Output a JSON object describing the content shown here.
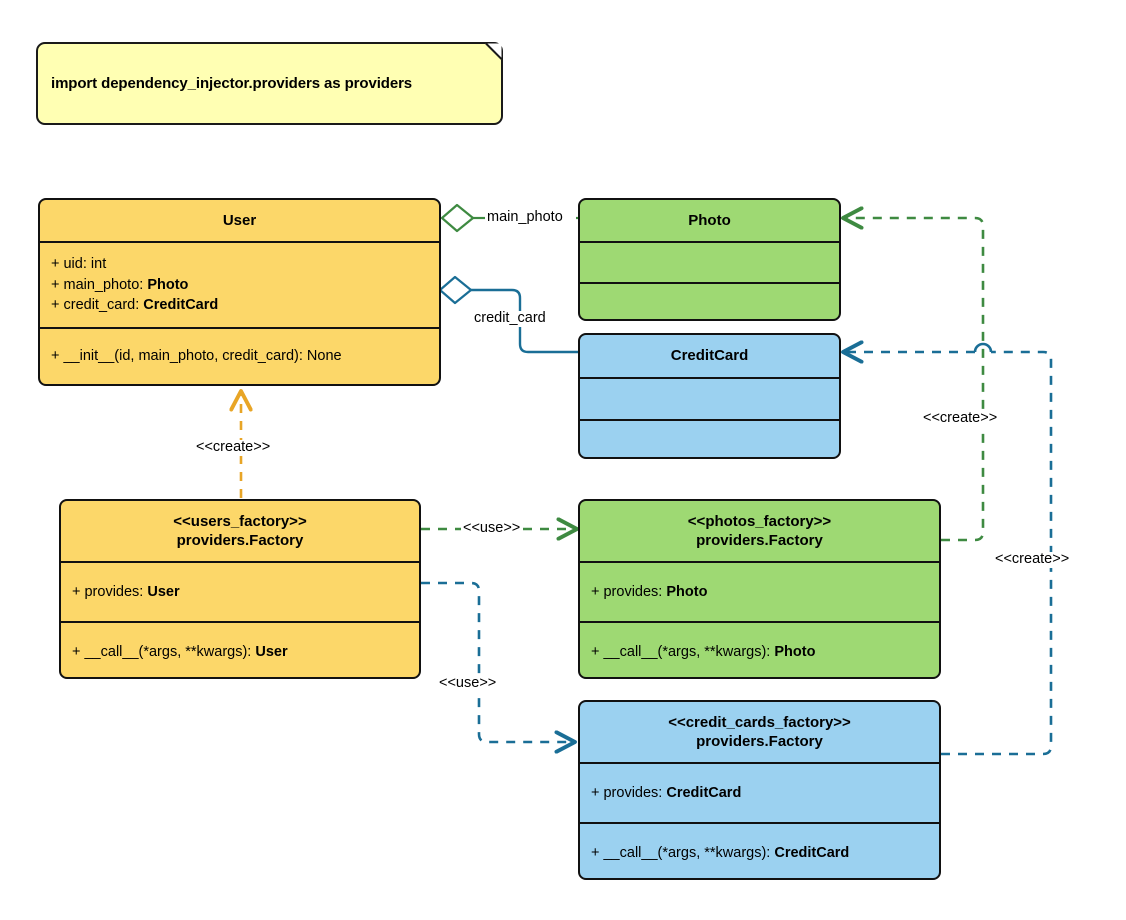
{
  "diagram": {
    "type": "uml-class-diagram",
    "title": "dependency_injector providers Factory class diagram",
    "colors": {
      "yellow_fill": "#fcd769",
      "green_fill": "#9ed973",
      "blue_fill": "#9bd1f0",
      "note_fill": "#ffffb3",
      "outline": "#111111",
      "orange_edge": "#e8a526",
      "green_edge": "#3e8a41",
      "teal_edge": "#1a6e96",
      "background": "#ffffff"
    }
  },
  "note": {
    "name": "import-note",
    "text": "import dependency_injector.providers as providers"
  },
  "classes": [
    {
      "id": "user",
      "name": "User",
      "color": "yellow",
      "title_lines": [
        "User"
      ],
      "attributes": [
        "+ uid: int",
        "+ main_photo: Photo",
        "+ credit_card: CreditCard"
      ],
      "methods": [
        "+ __init__(id, main_photo, credit_card): None"
      ]
    },
    {
      "id": "photo",
      "name": "Photo",
      "color": "green",
      "title_lines": [
        "Photo"
      ],
      "attributes": [],
      "methods": []
    },
    {
      "id": "credit-card",
      "name": "CreditCard",
      "color": "blue",
      "title_lines": [
        "CreditCard"
      ],
      "attributes": [],
      "methods": []
    },
    {
      "id": "users-factory",
      "name": "users_factory",
      "color": "yellow",
      "title_lines": [
        "<<users_factory>>",
        "providers.Factory"
      ],
      "attributes": [
        "+ provides: User"
      ],
      "methods": [
        "+ __call__(*args, **kwargs): User"
      ]
    },
    {
      "id": "photos-factory",
      "name": "photos_factory",
      "color": "green",
      "title_lines": [
        "<<photos_factory>>",
        "providers.Factory"
      ],
      "attributes": [
        "+ provides: Photo"
      ],
      "methods": [
        "+ __call__(*args, **kwargs): Photo"
      ]
    },
    {
      "id": "credit-cards-factory",
      "name": "credit_cards_factory",
      "color": "blue",
      "title_lines": [
        "<<credit_cards_factory>>",
        "providers.Factory"
      ],
      "attributes": [
        "+ provides: CreditCard"
      ],
      "methods": [
        "+ __call__(*args, **kwargs): CreditCard"
      ]
    }
  ],
  "edges": [
    {
      "id": "user-main-photo",
      "from": "user",
      "to": "photo",
      "kind": "aggregation",
      "label": "main_photo",
      "color": "#3e8a41"
    },
    {
      "id": "user-credit-card",
      "from": "user",
      "to": "credit-card",
      "kind": "aggregation",
      "label": "credit_card",
      "color": "#1a6e96"
    },
    {
      "id": "users-factory-creates-user",
      "from": "users-factory",
      "to": "user",
      "kind": "dependency",
      "label": "<<create>>",
      "color": "#e8a526"
    },
    {
      "id": "users-factory-uses-photos-factory",
      "from": "users-factory",
      "to": "photos-factory",
      "kind": "dependency",
      "label": "<<use>>",
      "color": "#3e8a41"
    },
    {
      "id": "users-factory-uses-credit-cards-factory",
      "from": "users-factory",
      "to": "credit-cards-factory",
      "kind": "dependency",
      "label": "<<use>>",
      "color": "#1a6e96"
    },
    {
      "id": "photos-factory-creates-photo",
      "from": "photos-factory",
      "to": "photo",
      "kind": "dependency",
      "label": "<<create>>",
      "color": "#3e8a41"
    },
    {
      "id": "credit-cards-factory-creates-credit-card",
      "from": "credit-cards-factory",
      "to": "credit-card",
      "kind": "dependency",
      "label": "<<create>>",
      "color": "#1a6e96"
    }
  ]
}
